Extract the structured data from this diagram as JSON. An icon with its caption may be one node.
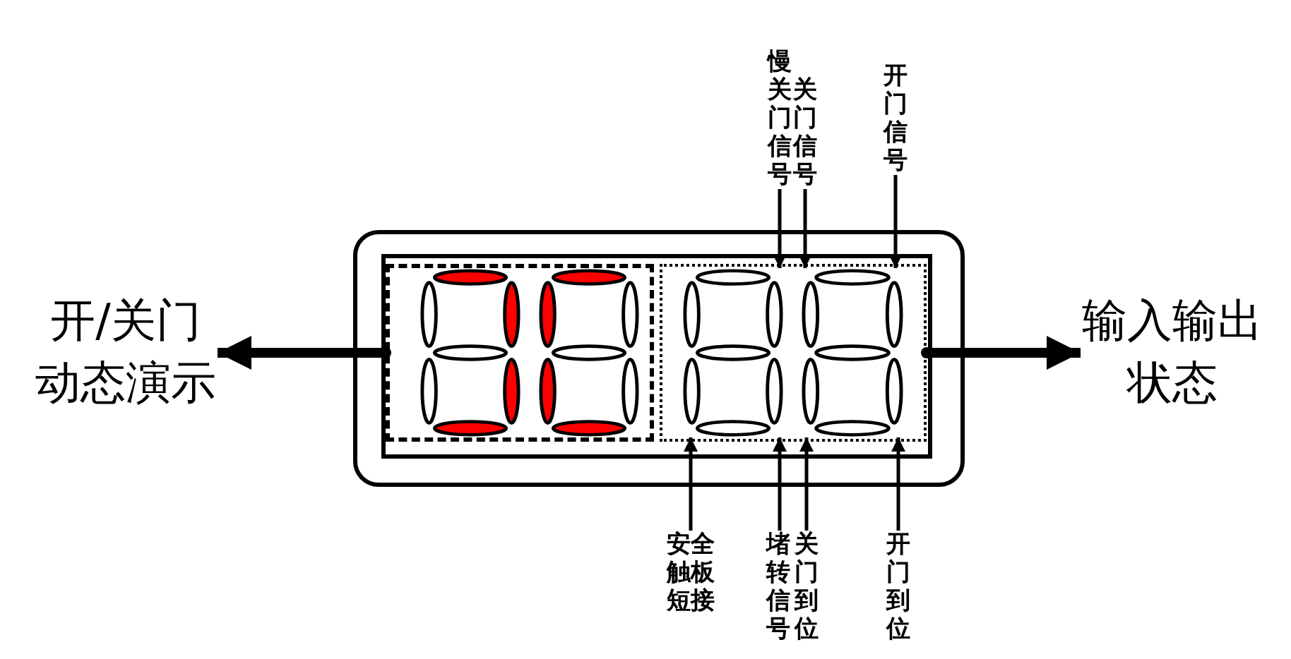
{
  "diagram": {
    "nodes": [
      {
        "text": [],
        "shape": "box"
      },
      {
        "text": [],
        "shape": "box",
        "in": 0
      },
      {
        "text": [],
        "shape": "box",
        "in": 1
      },
      {
        "text": [],
        "shape": "picture",
        "in": 2
      },
      {
        "text": [],
        "shape": "picture",
        "in": 2
      },
      {
        "text": [],
        "shape": "box",
        "in": 1
      },
      {
        "text": [],
        "shape": "picture",
        "in": 5
      },
      {
        "text": [],
        "shape": "picture",
        "in": 5
      },
      {
        "text": [
          "开/关门动态演示"
        ]
      },
      {
        "text": [
          "输入输出状态"
        ]
      },
      {
        "text": [
          "慢关门信号"
        ]
      },
      {
        "text": [
          "关门信号"
        ]
      },
      {
        "text": [
          "开门信号"
        ]
      },
      {
        "text": [
          "安全触板短接"
        ]
      },
      {
        "text": [
          "堵转信号"
        ]
      },
      {
        "text": [
          "关门到位"
        ]
      },
      {
        "text": [
          "开门到位"
        ]
      }
    ],
    "edges": [
      {
        "from": 2,
        "to": 8,
        "arrow": "to",
        "style": "thick"
      },
      {
        "from": 5,
        "to": 9,
        "arrow": "to",
        "style": "thick"
      },
      {
        "from": 10,
        "to": 6,
        "arrow": "to"
      },
      {
        "from": 11,
        "to": 7,
        "arrow": "to"
      },
      {
        "from": 12,
        "to": 7,
        "arrow": "to"
      },
      {
        "from": 13,
        "to": 6,
        "arrow": "to"
      },
      {
        "from": 14,
        "to": 6,
        "arrow": "to"
      },
      {
        "from": 15,
        "to": 7,
        "arrow": "to"
      },
      {
        "from": 16,
        "to": 7,
        "arrow": "to"
      }
    ]
  }
}
